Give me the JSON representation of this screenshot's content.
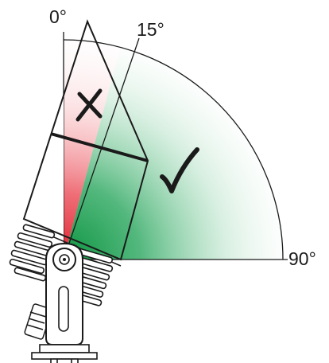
{
  "angles": {
    "zero": "0°",
    "fifteen": "15°",
    "ninety": "90°"
  },
  "zones": {
    "forbidden": {
      "symbol": "cross-mark",
      "color": "#e0202c",
      "range_deg": [
        0,
        15
      ]
    },
    "allowed": {
      "symbol": "check-mark",
      "color": "#0c9440",
      "range_deg": [
        15,
        90
      ]
    }
  },
  "colors": {
    "outline": "#1a1a1a",
    "forbidden": "#e0202c",
    "allowed": "#0c9440"
  }
}
